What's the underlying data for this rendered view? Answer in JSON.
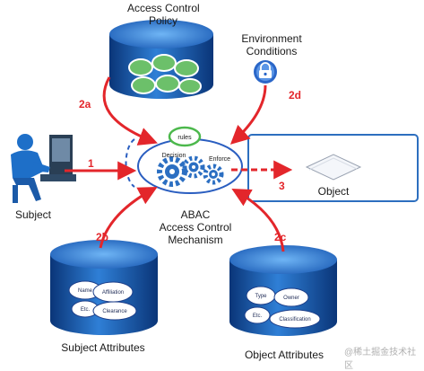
{
  "labels": {
    "policy": [
      "Access Control",
      "Policy"
    ],
    "environment": [
      "Environment",
      "Conditions"
    ],
    "subject": "Subject",
    "object": "Object",
    "mechanism": [
      "ABAC",
      "Access Control",
      "Mechanism"
    ],
    "subject_attributes": "Subject Attributes",
    "object_attributes": "Object Attributes",
    "decision": "Decision",
    "enforce": "Enforce",
    "rules": "rules"
  },
  "steps": {
    "s1": "1",
    "s2a": "2a",
    "s2b": "2b",
    "s2c": "2c",
    "s2d": "2d",
    "s3": "3"
  },
  "subject_attr_ovals": [
    "Name",
    "Affiliation",
    "Etc.",
    "Clearance"
  ],
  "object_attr_ovals": [
    "Type",
    "Owner",
    "Etc.",
    "Classification"
  ],
  "watermark": "@稀土掘金技术社区",
  "colors": {
    "arrow": "#e3262b",
    "cylinder_dark": "#0a3f8f",
    "cylinder_light": "#3b8fe0",
    "gear": "#2c6fc2",
    "green": "#4cb84c",
    "object_box": "#2d6fbf"
  },
  "icons": [
    "subject-person-icon",
    "lock-icon",
    "gears-icon",
    "document-icon"
  ]
}
